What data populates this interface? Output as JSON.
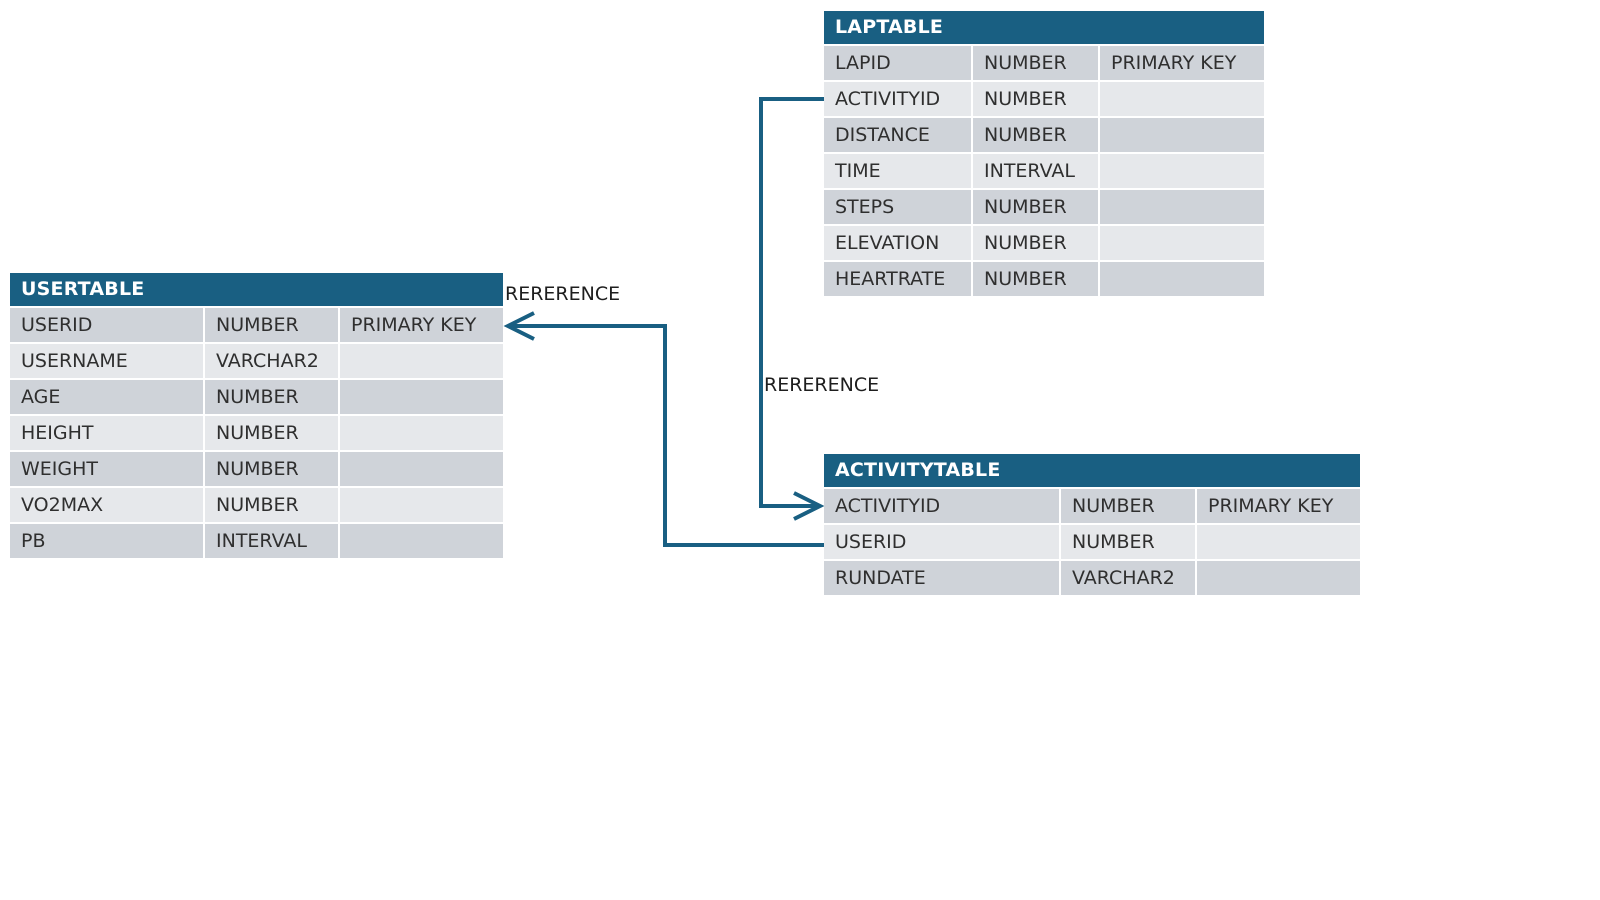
{
  "colors": {
    "header": "#195f82",
    "connector": "#195f82",
    "row_dark": "#cfd3d9",
    "row_light": "#e6e8eb"
  },
  "tables": {
    "usertable": {
      "name": "USERTABLE",
      "rows": [
        [
          "USERID",
          "NUMBER",
          "PRIMARY KEY"
        ],
        [
          "USERNAME",
          "VARCHAR2",
          ""
        ],
        [
          "AGE",
          "NUMBER",
          ""
        ],
        [
          "HEIGHT",
          "NUMBER",
          ""
        ],
        [
          "WEIGHT",
          "NUMBER",
          ""
        ],
        [
          "VO2MAX",
          "NUMBER",
          ""
        ],
        [
          "PB",
          "INTERVAL",
          ""
        ]
      ]
    },
    "laptable": {
      "name": "LAPTABLE",
      "rows": [
        [
          "LAPID",
          "NUMBER",
          "PRIMARY KEY"
        ],
        [
          "ACTIVITYID",
          "NUMBER",
          ""
        ],
        [
          "DISTANCE",
          "NUMBER",
          ""
        ],
        [
          "TIME",
          "INTERVAL",
          ""
        ],
        [
          "STEPS",
          "NUMBER",
          ""
        ],
        [
          "ELEVATION",
          "NUMBER",
          ""
        ],
        [
          "HEARTRATE",
          "NUMBER",
          ""
        ]
      ]
    },
    "activitytable": {
      "name": "ACTIVITYTABLE",
      "rows": [
        [
          "ACTIVITYID",
          "NUMBER",
          "PRIMARY KEY"
        ],
        [
          "USERID",
          "NUMBER",
          ""
        ],
        [
          "RUNDATE",
          "VARCHAR2",
          ""
        ]
      ]
    }
  },
  "relations": [
    {
      "label": "RERERENCE",
      "from": "ACTIVITYTABLE.USERID",
      "to": "USERTABLE.USERID"
    },
    {
      "label": "RERERENCE",
      "from": "LAPTABLE.ACTIVITYID",
      "to": "ACTIVITYTABLE.ACTIVITYID"
    }
  ]
}
